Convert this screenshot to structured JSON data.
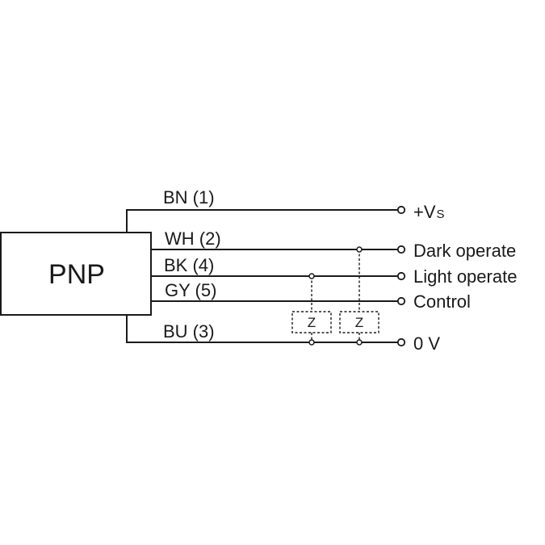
{
  "module": {
    "label": "PNP"
  },
  "wires": {
    "bn": "BN (1)",
    "wh": "WH (2)",
    "bk": "BK (4)",
    "gy": "GY (5)",
    "bu": "BU (3)"
  },
  "terminals": {
    "vs_main": "+V",
    "vs_sub": "S",
    "dark": "Dark operate",
    "light": "Light operate",
    "control": "Control",
    "zero": "0 V"
  },
  "loads": {
    "z1": "Z",
    "z2": "Z"
  }
}
